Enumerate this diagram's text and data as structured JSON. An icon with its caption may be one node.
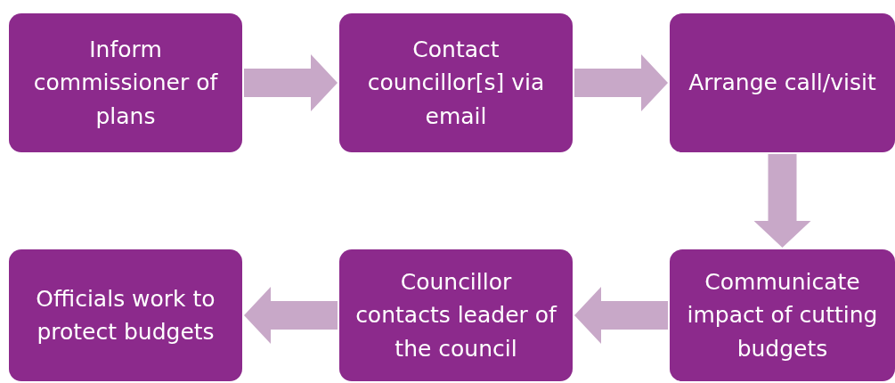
{
  "diagram": {
    "nodes": [
      {
        "text": [
          "Inform commissioner of plans"
        ]
      },
      {
        "text": [
          "Contact councillor[s] via email"
        ]
      },
      {
        "text": [
          "Arrange call/visit"
        ]
      },
      {
        "text": [
          "Officials work to protect budgets"
        ]
      },
      {
        "text": [
          "Councillor contacts leader of the council"
        ]
      },
      {
        "text": [
          "Communicate impact of cutting budgets"
        ]
      }
    ],
    "edges": [
      {
        "from": 0,
        "to": 1,
        "arrow": "to"
      },
      {
        "from": 1,
        "to": 2,
        "arrow": "to"
      },
      {
        "from": 2,
        "to": 5,
        "arrow": "to"
      },
      {
        "from": 5,
        "to": 4,
        "arrow": "to"
      },
      {
        "from": 4,
        "to": 3,
        "arrow": "to"
      }
    ]
  }
}
